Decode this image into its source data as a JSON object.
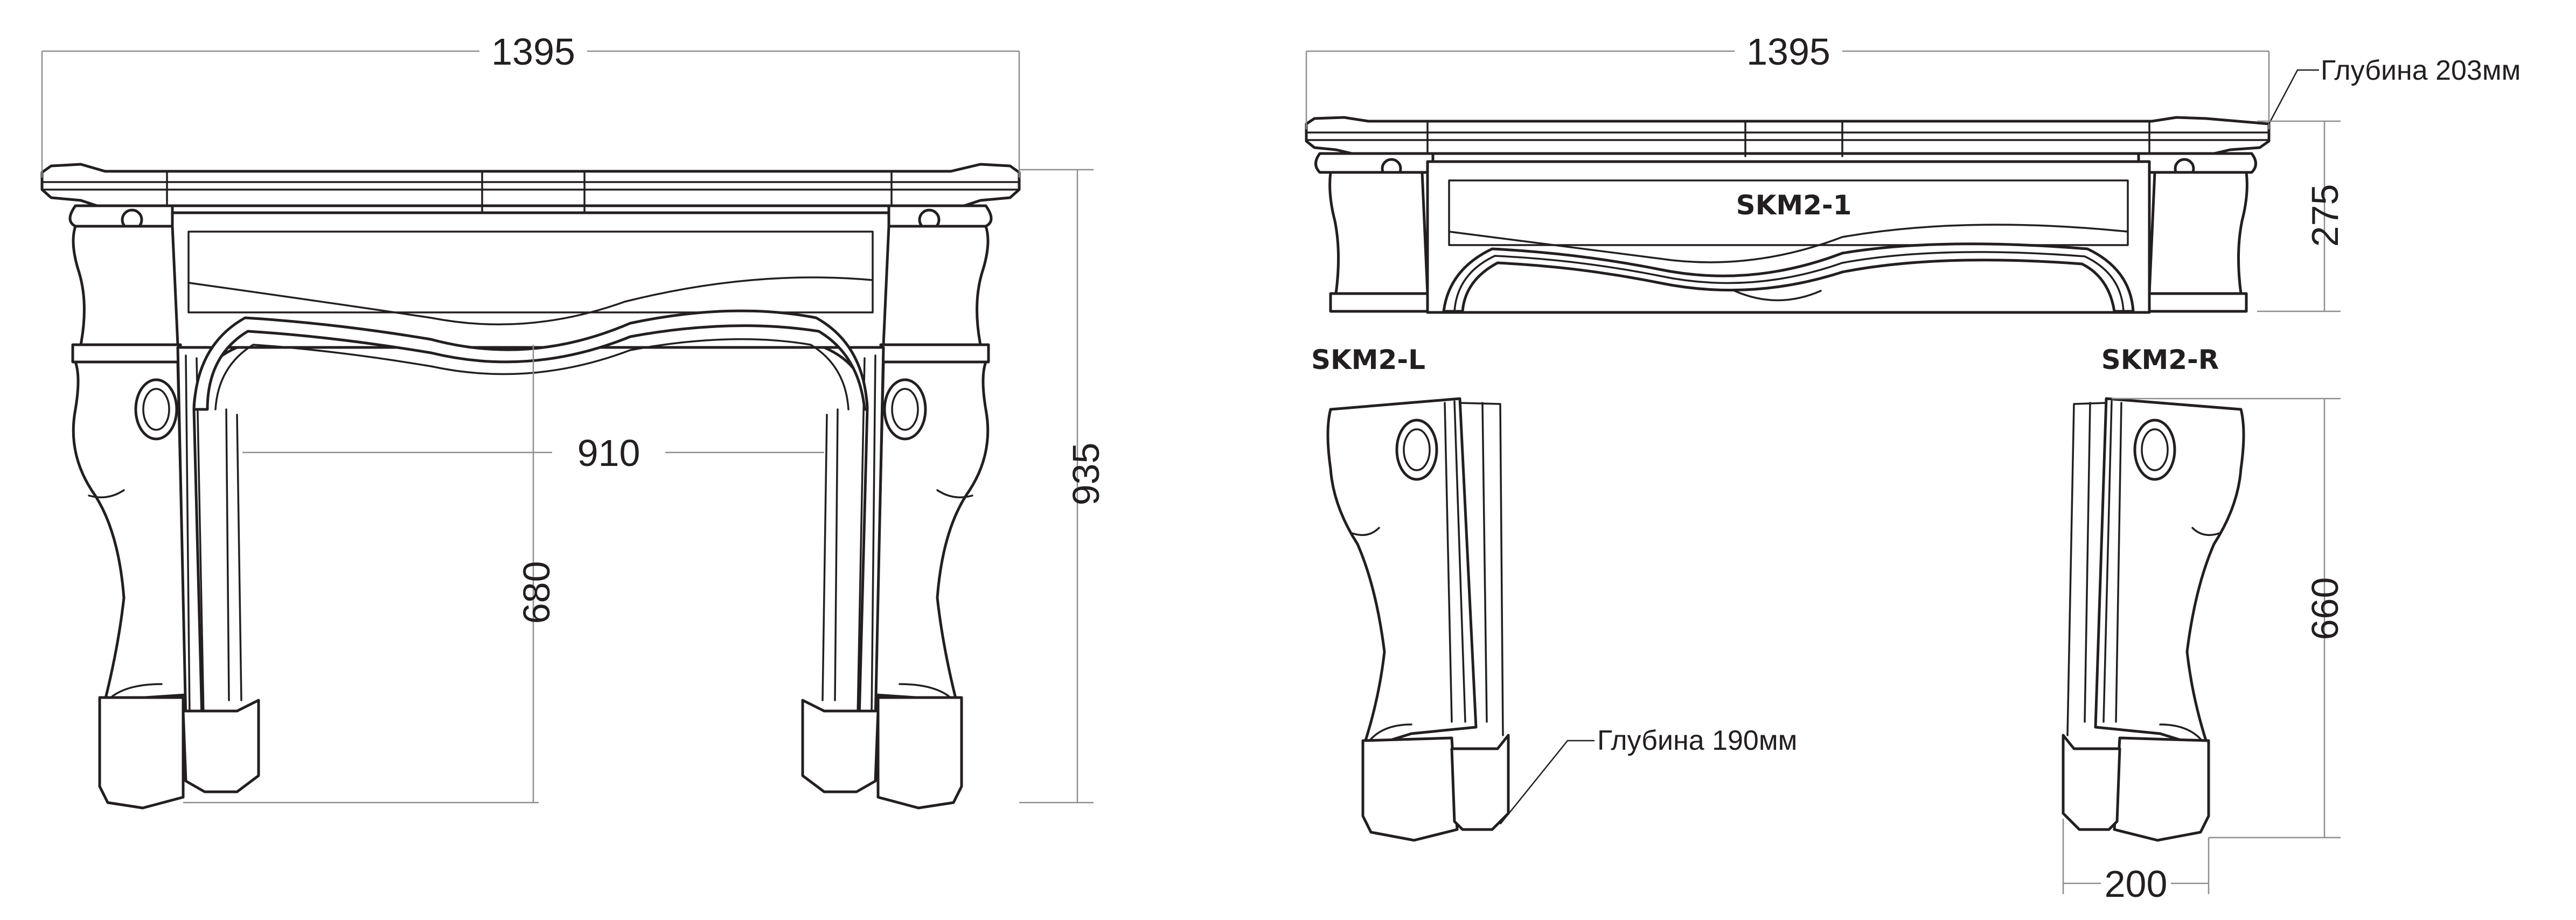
{
  "assembled_view": {
    "overall_width": "1395",
    "overall_height": "935",
    "opening_width": "910",
    "opening_height": "680"
  },
  "parts_view": {
    "overall_width": "1395",
    "shelf_depth_note": "Глубина 203мм",
    "beam_height": "275",
    "leg_depth_note": "Глубина 190мм",
    "leg_height": "660",
    "leg_width": "200",
    "part_codes": {
      "beam": "SKM2-1",
      "left_leg": "SKM2-L",
      "right_leg": "SKM2-R"
    }
  }
}
